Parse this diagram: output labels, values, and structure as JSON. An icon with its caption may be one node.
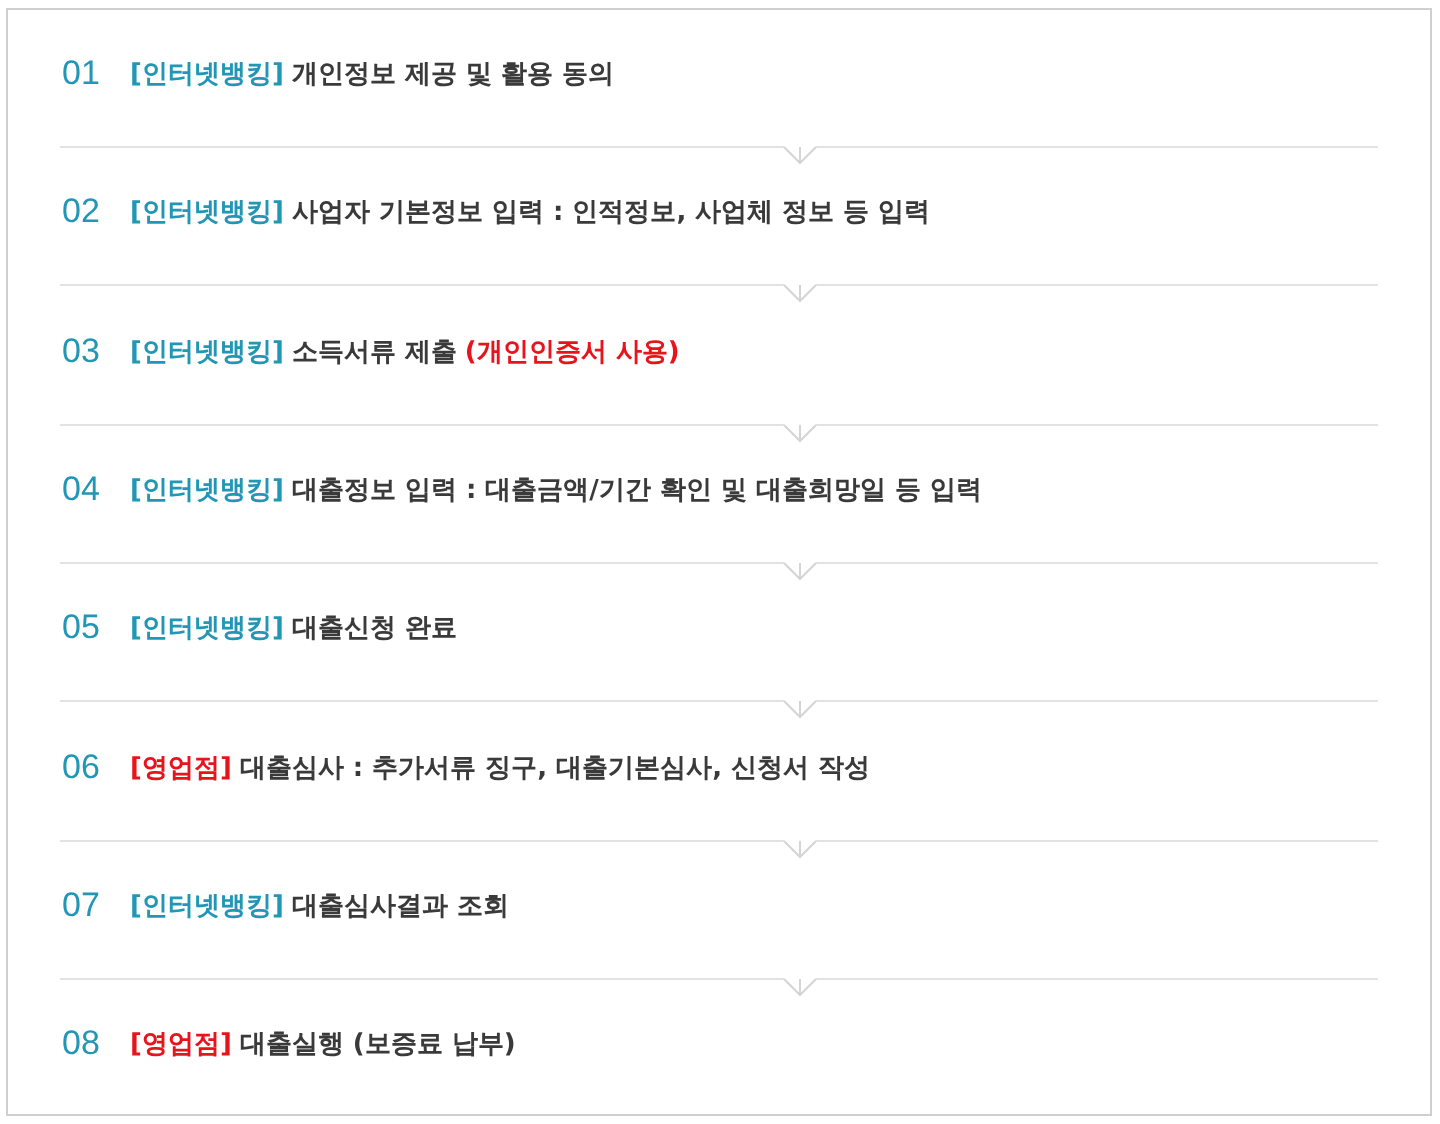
{
  "diagram": {
    "nodes": [
      {
        "text": [
          "01",
          "[인터넷뱅킹]",
          "개인정보 제공 및 활용 동의"
        ]
      },
      {
        "text": [
          "02",
          "[인터넷뱅킹]",
          "사업자 기본정보 입력 : 인적정보, 사업체 정보 등 입력"
        ]
      },
      {
        "text": [
          "03",
          "[인터넷뱅킹]",
          "소득서류 제출",
          "(개인인증서 사용)"
        ]
      },
      {
        "text": [
          "04",
          "[인터넷뱅킹]",
          "대출정보 입력 : 대출금액/기간 확인 및 대출희망일 등 입력"
        ]
      },
      {
        "text": [
          "05",
          "[인터넷뱅킹]",
          "대출신청 완료"
        ]
      },
      {
        "text": [
          "06",
          "[영업점]",
          "대출심사 : 추가서류 징구, 대출기본심사, 신청서 작성"
        ]
      },
      {
        "text": [
          "07",
          "[인터넷뱅킹]",
          "대출심사결과 조회"
        ]
      },
      {
        "text": [
          "08",
          "[영업점]",
          "대출실행 (보증료 납부)"
        ]
      }
    ],
    "edges": [
      {
        "from": 0,
        "to": 1,
        "arrow": "to"
      },
      {
        "from": 1,
        "to": 2,
        "arrow": "to"
      },
      {
        "from": 2,
        "to": 3,
        "arrow": "to"
      },
      {
        "from": 3,
        "to": 4,
        "arrow": "to"
      },
      {
        "from": 4,
        "to": 5,
        "arrow": "to"
      },
      {
        "from": 5,
        "to": 6,
        "arrow": "to"
      },
      {
        "from": 6,
        "to": 7,
        "arrow": "to"
      }
    ]
  }
}
